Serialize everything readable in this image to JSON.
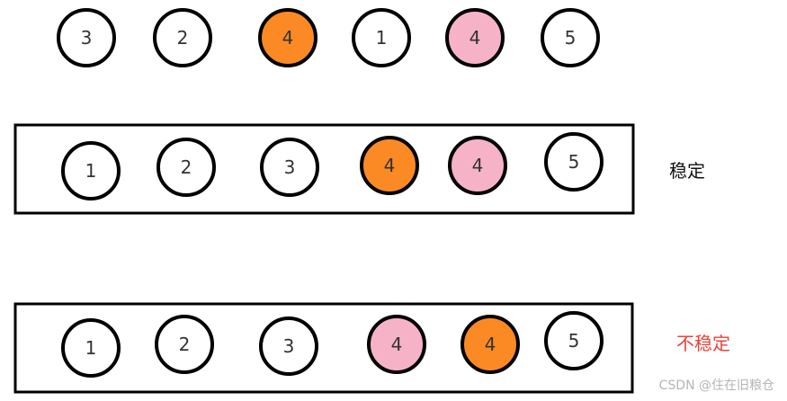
{
  "colors": {
    "plain": "#ffffff",
    "orange": "#fb8a25",
    "pink": "#f6b3c8",
    "stroke": "#000000",
    "unstable_text": "#e8433a"
  },
  "rows": [
    {
      "id": "original",
      "boxed": false,
      "items": [
        {
          "label": "3",
          "fill": "plain"
        },
        {
          "label": "2",
          "fill": "plain"
        },
        {
          "label": "4",
          "fill": "orange"
        },
        {
          "label": "1",
          "fill": "plain"
        },
        {
          "label": "4",
          "fill": "pink"
        },
        {
          "label": "5",
          "fill": "plain"
        }
      ]
    },
    {
      "id": "stable",
      "boxed": true,
      "items": [
        {
          "label": "1",
          "fill": "plain"
        },
        {
          "label": "2",
          "fill": "plain"
        },
        {
          "label": "3",
          "fill": "plain"
        },
        {
          "label": "4",
          "fill": "orange"
        },
        {
          "label": "4",
          "fill": "pink"
        },
        {
          "label": "5",
          "fill": "plain"
        }
      ]
    },
    {
      "id": "unstable",
      "boxed": true,
      "items": [
        {
          "label": "1",
          "fill": "plain"
        },
        {
          "label": "2",
          "fill": "plain"
        },
        {
          "label": "3",
          "fill": "plain"
        },
        {
          "label": "4",
          "fill": "pink"
        },
        {
          "label": "4",
          "fill": "orange"
        },
        {
          "label": "5",
          "fill": "plain"
        }
      ]
    }
  ],
  "labels": {
    "stable": "稳定",
    "unstable": "不稳定"
  },
  "watermark": "CSDN @住在旧粮仓"
}
